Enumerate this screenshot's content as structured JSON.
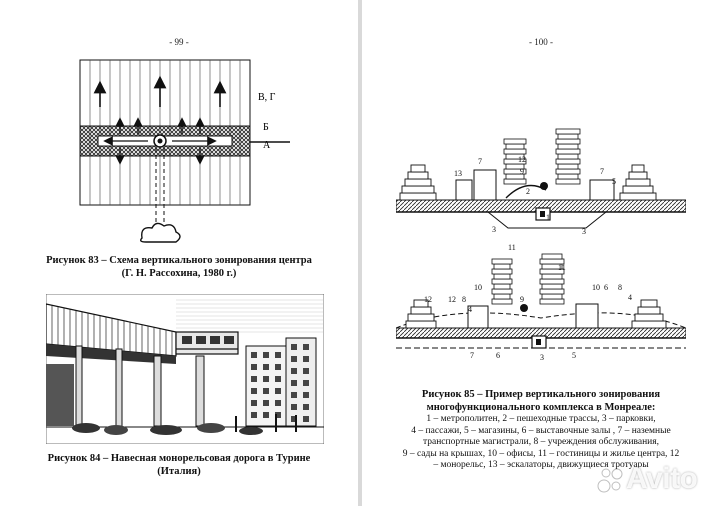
{
  "left_page": {
    "page_number": "- 99 -",
    "figure83": {
      "labels": {
        "vg": "В, Г",
        "b": "Б",
        "a": "А"
      },
      "caption_line1": "Рисунок 83 – Схема вертикального зонирования центра",
      "caption_line2": "(Г. Н. Рассохина, 1980 г.)"
    },
    "figure84": {
      "caption_line1": "Рисунок 84 – Навесная монорельсовая дорога в Турине",
      "caption_line2": "(Италия)"
    }
  },
  "right_page": {
    "page_number": "- 100 -",
    "figure85": {
      "top_labels": [
        "13",
        "7",
        "12",
        "9",
        "2",
        "7",
        "5",
        "1",
        "3",
        "3"
      ],
      "bottom_labels": [
        "11",
        "11",
        "10",
        "12",
        "8",
        "4",
        "9",
        "12",
        "10",
        "6",
        "8",
        "4",
        "7",
        "6",
        "3",
        "5"
      ],
      "caption_title_1": "Рисунок 85 – Пример вертикального зонирования",
      "caption_title_2": "многофункционального комплекса в Монреале:",
      "legend_lines": [
        "1 – метрополитен, 2 – пешеходные трассы, 3 – парковки,",
        "4 – пассажи, 5 – магазины, 6 – выставочные залы , 7 – наземные",
        "транспортные магистрали, 8 – учреждения обслуживания,",
        "9 – сады на крышах, 10 – офисы, 11 – гостиницы и жилье центра, 12",
        "– монорельс, 13 – эскалаторы, движущиеся тротуары"
      ]
    }
  },
  "watermark": {
    "brand": "Avito"
  }
}
